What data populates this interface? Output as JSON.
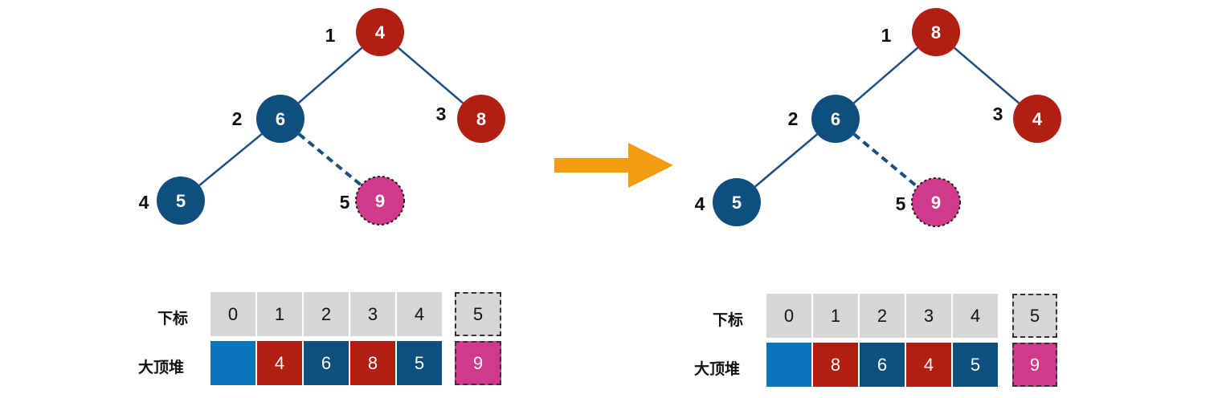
{
  "colors": {
    "red": "#b11e12",
    "blue": "#0f4f80",
    "pink": "#d13a8a",
    "bright_blue": "#0a74bd",
    "gray": "#d6d6d6",
    "arrow": "#f59b12",
    "edge": "#1d4f7e"
  },
  "arrow": {
    "direction": "right"
  },
  "panels": [
    {
      "id": "before",
      "tree": {
        "nodes": [
          {
            "index": "1",
            "value": "4",
            "color": "red"
          },
          {
            "index": "2",
            "value": "6",
            "color": "blue"
          },
          {
            "index": "3",
            "value": "8",
            "color": "red"
          },
          {
            "index": "4",
            "value": "5",
            "color": "blue"
          },
          {
            "index": "5",
            "value": "9",
            "color": "pink",
            "dashed": true
          }
        ],
        "edges": [
          {
            "from": "1",
            "to": "2"
          },
          {
            "from": "1",
            "to": "3"
          },
          {
            "from": "2",
            "to": "4"
          },
          {
            "from": "2",
            "to": "5",
            "dashed": true
          }
        ]
      },
      "table": {
        "index_label": "下标",
        "values_label": "大顶堆",
        "indices": [
          "0",
          "1",
          "2",
          "3",
          "4",
          "5"
        ],
        "cells": [
          {
            "value": "",
            "color": "bright_blue"
          },
          {
            "value": "4",
            "color": "red"
          },
          {
            "value": "6",
            "color": "blue"
          },
          {
            "value": "8",
            "color": "red"
          },
          {
            "value": "5",
            "color": "blue"
          },
          {
            "value": "9",
            "color": "pink",
            "dashed": true
          }
        ]
      }
    },
    {
      "id": "after",
      "tree": {
        "nodes": [
          {
            "index": "1",
            "value": "8",
            "color": "red"
          },
          {
            "index": "2",
            "value": "6",
            "color": "blue"
          },
          {
            "index": "3",
            "value": "4",
            "color": "red"
          },
          {
            "index": "4",
            "value": "5",
            "color": "blue"
          },
          {
            "index": "5",
            "value": "9",
            "color": "pink",
            "dashed": true
          }
        ],
        "edges": [
          {
            "from": "1",
            "to": "2"
          },
          {
            "from": "1",
            "to": "3"
          },
          {
            "from": "2",
            "to": "4"
          },
          {
            "from": "2",
            "to": "5",
            "dashed": true
          }
        ]
      },
      "table": {
        "index_label": "下标",
        "values_label": "大顶堆",
        "indices": [
          "0",
          "1",
          "2",
          "3",
          "4",
          "5"
        ],
        "cells": [
          {
            "value": "",
            "color": "bright_blue"
          },
          {
            "value": "8",
            "color": "red"
          },
          {
            "value": "6",
            "color": "blue"
          },
          {
            "value": "4",
            "color": "red"
          },
          {
            "value": "5",
            "color": "blue"
          },
          {
            "value": "9",
            "color": "pink",
            "dashed": true
          }
        ]
      }
    }
  ]
}
